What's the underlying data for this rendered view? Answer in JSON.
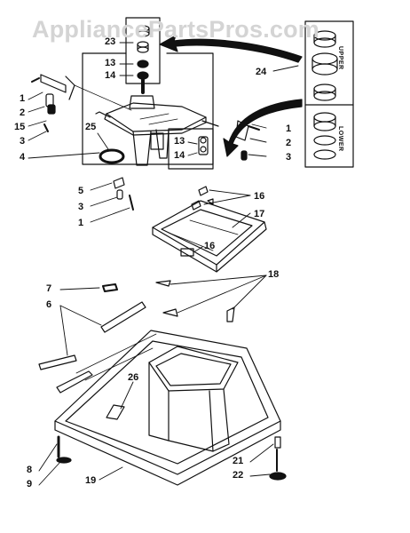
{
  "watermark": "AppliancePartsPros.com",
  "inset_labels": {
    "upper": "UPPER",
    "lower": "LOWER"
  },
  "callouts": {
    "c1a": "1",
    "c2a": "2",
    "c15": "15",
    "c3a": "3",
    "c4": "4",
    "c25": "25",
    "c23": "23",
    "c13a": "13",
    "c14a": "14",
    "c24": "24",
    "c13b": "13",
    "c14b": "14",
    "c1b": "1",
    "c2b": "2",
    "c3b": "3",
    "c5": "5",
    "c3c": "3",
    "c1c": "1",
    "c16a": "16",
    "c17": "17",
    "c16b": "16",
    "c7": "7",
    "c6": "6",
    "c18": "18",
    "c26": "26",
    "c8": "8",
    "c9": "9",
    "c19": "19",
    "c21": "21",
    "c22": "22"
  }
}
